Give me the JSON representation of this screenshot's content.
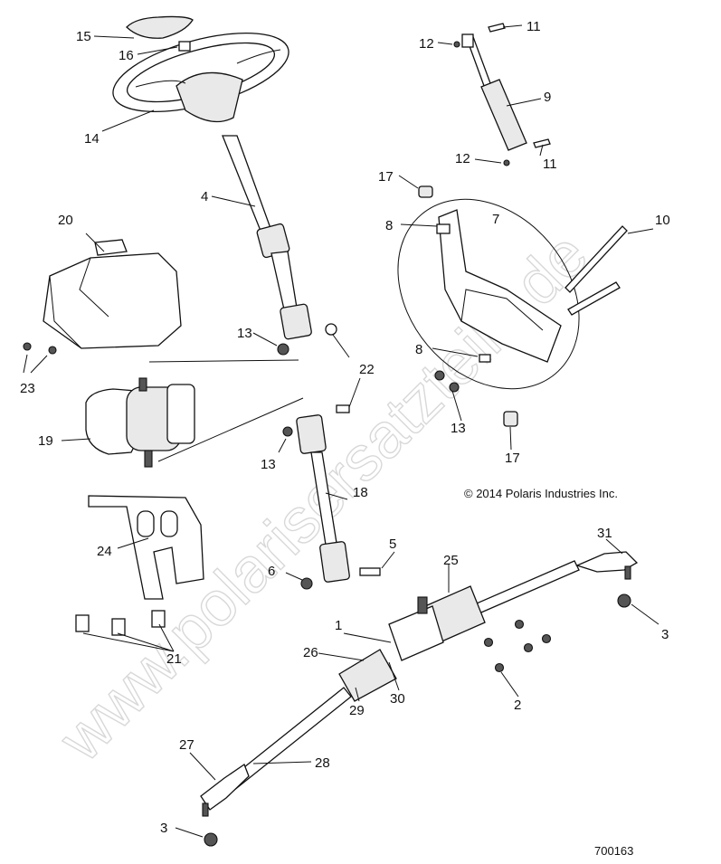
{
  "watermark": "www.polarisersatzteile.de",
  "copyright": "© 2014 Polaris Industries Inc.",
  "figure_number": "700163",
  "callouts": {
    "c1": "1",
    "c2": "2",
    "c3a": "3",
    "c3b": "3",
    "c4": "4",
    "c5": "5",
    "c6": "6",
    "c7": "7",
    "c8a": "8",
    "c8b": "8",
    "c9": "9",
    "c10": "10",
    "c11a": "11",
    "c11b": "11",
    "c12a": "12",
    "c12b": "12",
    "c13a": "13",
    "c13b": "13",
    "c13c": "13",
    "c14": "14",
    "c15": "15",
    "c16": "16",
    "c17a": "17",
    "c17b": "17",
    "c18": "18",
    "c19": "19",
    "c20": "20",
    "c21": "21",
    "c22": "22",
    "c23": "23",
    "c24": "24",
    "c25": "25",
    "c26": "26",
    "c27": "27",
    "c28": "28",
    "c29": "29",
    "c30": "30",
    "c31": "31"
  }
}
